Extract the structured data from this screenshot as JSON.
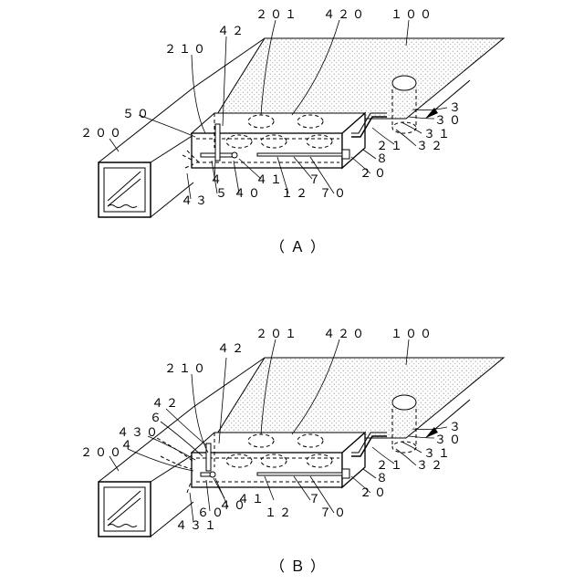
{
  "figures": [
    {
      "caption": "（Ａ）",
      "labels": {
        "l201": "２０１",
        "l420": "４２０",
        "l100": "１００",
        "l42": "４２",
        "l210": "２１０",
        "l50": "５０",
        "l200": "２００",
        "l3": "３",
        "l30": "３０",
        "l31": "３１",
        "l21": "２１",
        "l32": "３２",
        "l8": "８",
        "l20": "２０",
        "l4": "４",
        "l5": "５",
        "l43": "４３",
        "l40": "４０",
        "l41": "４１",
        "l12": "１２",
        "l7": "７",
        "l70": "７０"
      }
    },
    {
      "caption": "（Ｂ）",
      "labels": {
        "l201": "２０１",
        "l420": "４２０",
        "l100": "１００",
        "l42a": "４２",
        "l210": "２１０",
        "l42b": "４２",
        "l6": "６",
        "l430": "４３０",
        "l4": "４",
        "l200": "２００",
        "l3": "３",
        "l30": "３０",
        "l31": "３１",
        "l21": "２１",
        "l32": "３２",
        "l8": "８",
        "l20": "２０",
        "l41": "４１",
        "l60": "６０",
        "l40": "４０",
        "l431": "４３１",
        "l12": "１２",
        "l7": "７",
        "l70": "７０"
      }
    }
  ]
}
